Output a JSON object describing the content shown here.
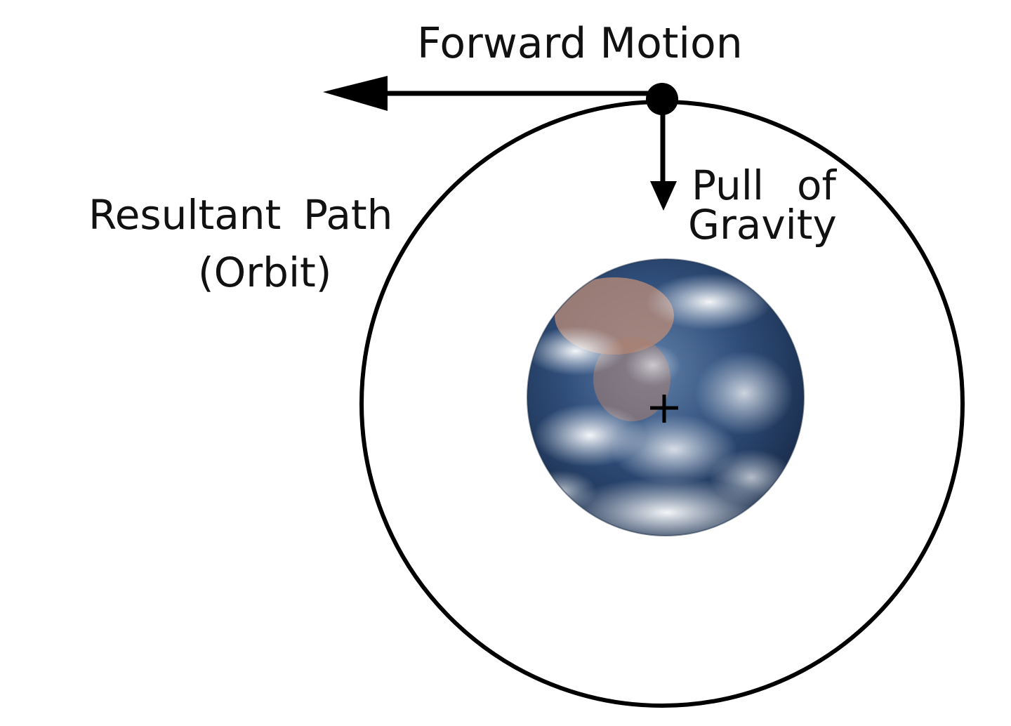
{
  "labels": {
    "forward_motion": "Forward Motion",
    "pull_line1": "Pull",
    "pull_line2": "of",
    "pull_line3": "Gravity",
    "resultant_line1": "Resultant",
    "resultant_line2": "Path",
    "resultant_line3": "(Orbit)"
  },
  "colors": {
    "line": "#000000",
    "ocean": "#2b4a78",
    "cloud": "#e6ecf2",
    "land": "#b58a78",
    "background": "#ffffff"
  },
  "icons": {
    "earth": "earth-globe-icon",
    "satellite": "satellite-dot-icon",
    "center": "center-crosshair-icon"
  }
}
